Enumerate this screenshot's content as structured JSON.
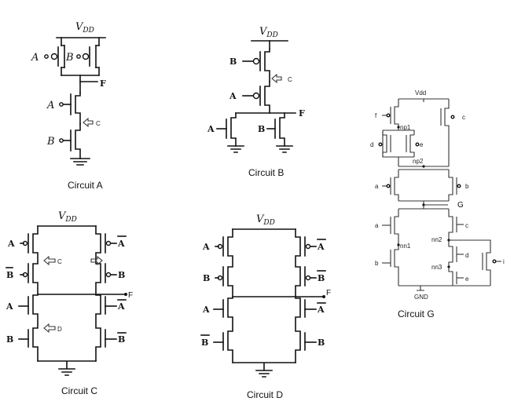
{
  "vdd_label": "V",
  "vdd_sub": "DD",
  "node_f": "F",
  "node_c": "C",
  "node_d": "D",
  "node_g": "G",
  "circuits": {
    "a": {
      "caption": "Circuit A",
      "in_a": "A",
      "in_b": "B"
    },
    "b": {
      "caption": "Circuit B",
      "in_a": "A",
      "in_b": "B"
    },
    "c": {
      "caption": "Circuit C",
      "in_a": "A",
      "in_b": "B"
    },
    "d": {
      "caption": "Circuit D",
      "in_a": "A",
      "in_b": "B"
    },
    "g": {
      "caption": "Circuit G",
      "vdd": "Vdd",
      "gnd": "GND",
      "np1": "np1",
      "np2": "np2",
      "nn1": "nn1",
      "nn2": "nn2",
      "nn3": "nn3",
      "gate_f": "f",
      "gate_d": "d",
      "gate_e": "e",
      "gate_c": "c",
      "gate_a": "a",
      "gate_b": "b",
      "gate_i": "i"
    }
  }
}
